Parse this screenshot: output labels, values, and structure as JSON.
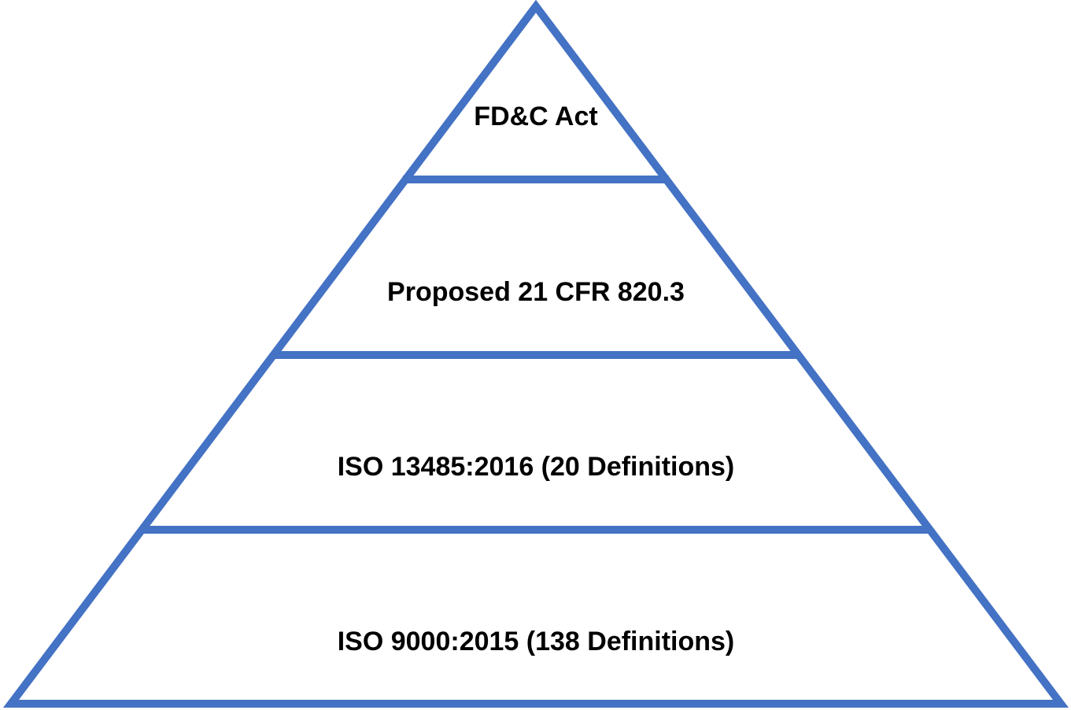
{
  "diagram": {
    "type": "pyramid",
    "line_color": "#4472C4",
    "text_color": "#000000",
    "tiers": [
      {
        "label": "FD&C Act"
      },
      {
        "label": "Proposed 21 CFR 820.3"
      },
      {
        "label": "ISO 13485:2016 (20 Definitions)"
      },
      {
        "label": "ISO 9000:2015 (138 Definitions)"
      }
    ]
  }
}
